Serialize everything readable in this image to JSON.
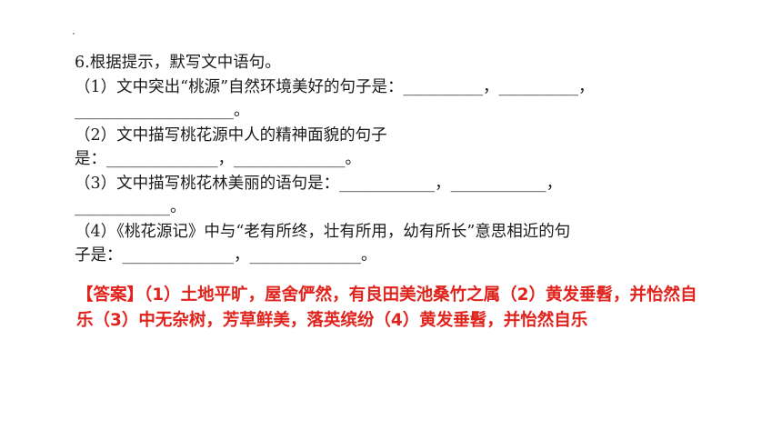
{
  "question": {
    "title": "6.根据提示，默写文中语句。",
    "lines": [
      "（1）文中突出“桃源”自然环境美好的句子是：__________，__________，",
      "____________________。",
      "（2）文中描写桃花源中人的精神面貌的句子",
      "是：______________，______________。",
      "（3）文中描写桃花林美丽的语句是：____________，____________，",
      "____________。",
      "（4）《桃花源记》中与“老有所终，壮有所用，幼有所长”意思相近的句",
      "子是：______________，______________。"
    ]
  },
  "answer": {
    "text": "【答案】（1）土地平旷，屋舍俨然，有良田美池桑竹之属（2）黄发垂髫，并怡然自乐（3）中无杂树，芳草鲜美，落英缤纷（4）黄发垂髫，并怡然自乐"
  }
}
